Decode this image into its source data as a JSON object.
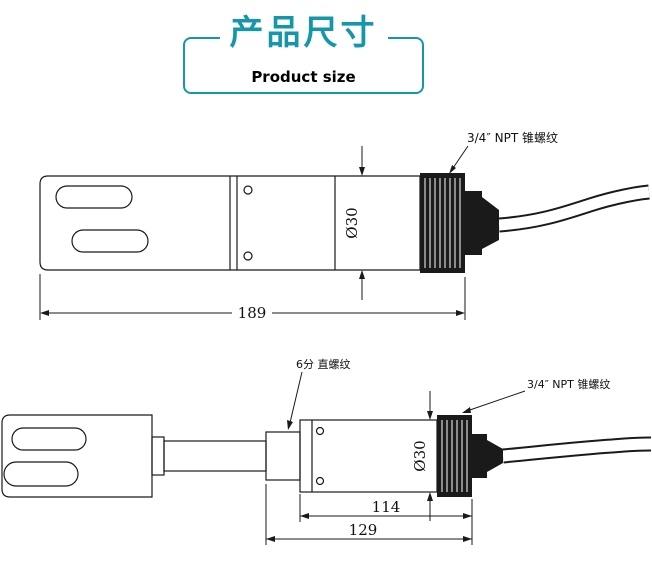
{
  "header": {
    "title_cn": "产品尺寸",
    "title_en": "Product size",
    "accent_color": "#1597ab"
  },
  "top_drawing": {
    "thread_label": "3/4″ NPT 锥螺纹",
    "diameter_label": "Ø30",
    "length_label": "189"
  },
  "bottom_drawing": {
    "straight_thread_label": "6分 直螺纹",
    "thread_label": "3/4″ NPT 锥螺纹",
    "diameter_label": "Ø30",
    "length_inner_label": "114",
    "length_outer_label": "129"
  }
}
